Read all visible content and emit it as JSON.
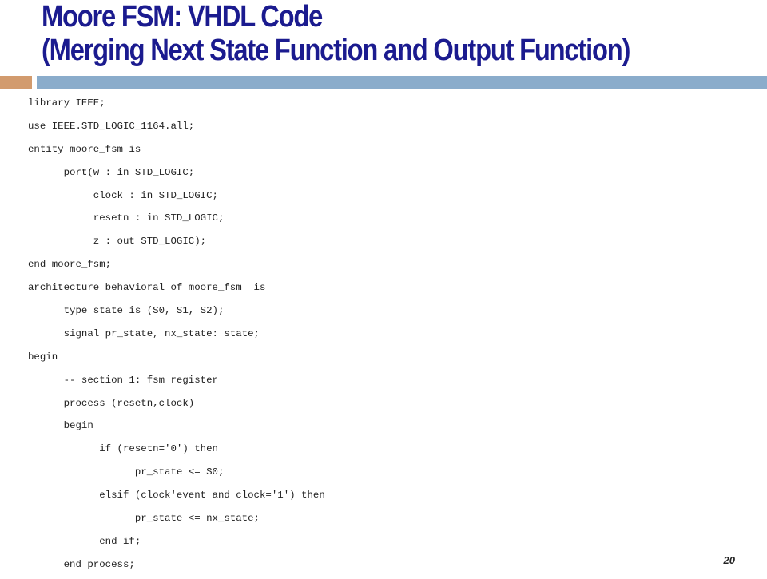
{
  "slide": {
    "title_line1": "Moore FSM: VHDL Code",
    "title_line2": "(Merging Next State Function and Output Function)",
    "page_number": "20",
    "accent_colors": {
      "title": "#1b1b8f",
      "bar_left": "#d29b6e",
      "bar_right": "#8aaccb"
    }
  },
  "code_lines": [
    "library IEEE;",
    "use IEEE.STD_LOGIC_1164.all;",
    "entity moore_fsm is",
    "      port(w : in STD_LOGIC;",
    "           clock : in STD_LOGIC;",
    "           resetn : in STD_LOGIC;",
    "           z : out STD_LOGIC);",
    "end moore_fsm;",
    "architecture behavioral of moore_fsm  is",
    "      type state is (S0, S1, S2);",
    "      signal pr_state, nx_state: state;",
    "begin",
    "      -- section 1: fsm register",
    "      process (resetn,clock)",
    "      begin",
    "            if (resetn='0') then",
    "                  pr_state <= S0;",
    "            elsif (clock'event and clock='1') then",
    "                  pr_state <= nx_state;",
    "            end if;",
    "      end process;"
  ]
}
